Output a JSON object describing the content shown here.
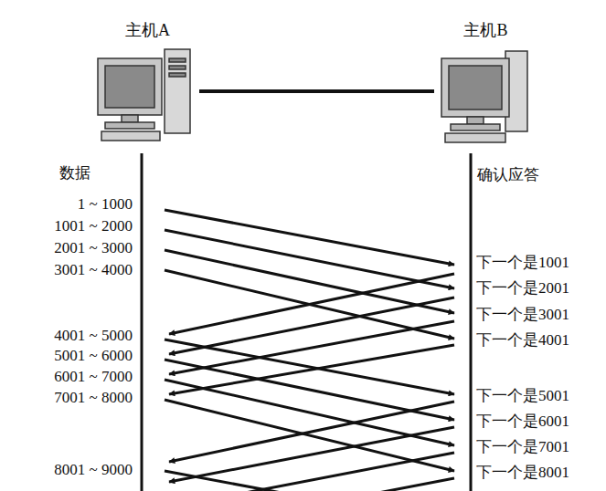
{
  "diagram": {
    "nodes": [
      {
        "text": [
          "主机A"
        ]
      },
      {
        "text": [
          "主机B"
        ]
      }
    ],
    "edges": [
      {
        "from": 0,
        "to": 1,
        "arrow": "none"
      }
    ],
    "labels": [
      "数据",
      "1 ~ 1000",
      "1001 ~ 2000",
      "2001 ~ 3000",
      "3001 ~ 4000",
      "4001 ~ 5000",
      "5001 ~ 6000",
      "6001 ~ 7000",
      "7001 ~ 8000",
      "8001 ~ 9000",
      "确认应答",
      "下一个是1001",
      "下一个是2001",
      "下一个是3001",
      "下一个是4001",
      "下一个是5001",
      "下一个是6001",
      "下一个是7001",
      "下一个是8001"
    ]
  }
}
